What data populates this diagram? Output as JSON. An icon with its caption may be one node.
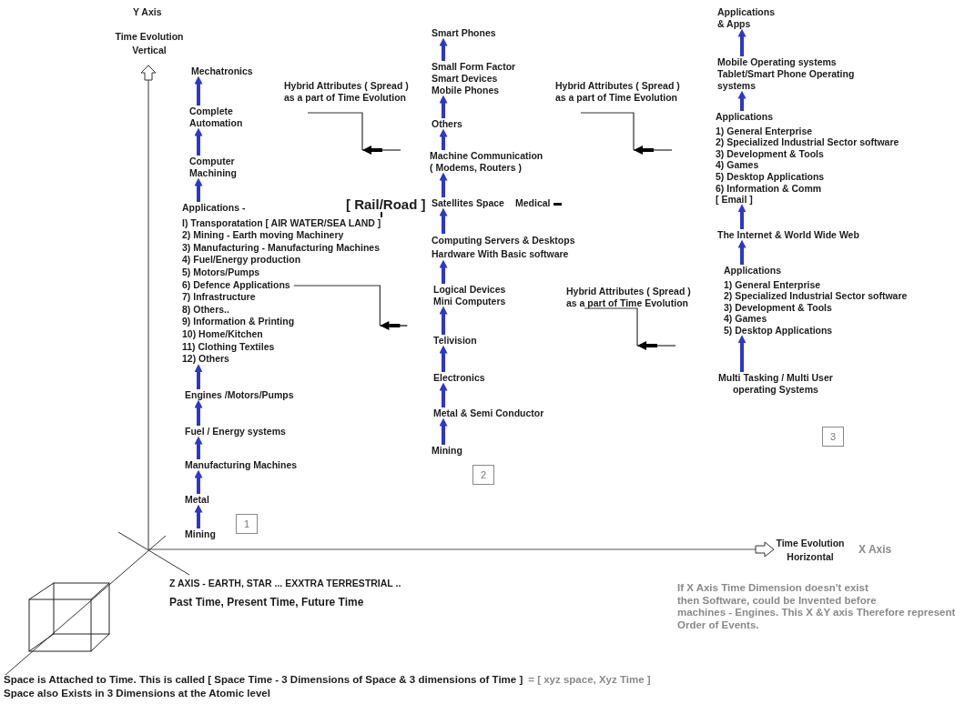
{
  "diagram": {
    "nodes": [
      {
        "text": [
          "Mechatronics"
        ]
      },
      {
        "text": [
          "Complete Automation"
        ]
      },
      {
        "text": [
          "Computer Machining"
        ]
      },
      {
        "text": [
          "Applications -",
          "I) Transporatation [ AIR WATER/SEA LAND ]",
          "2) Mining - Earth moving Machinery",
          "3) Manufacturing - Manufacturing Machines",
          "4) Fuel/Energy production",
          "5) Motors/Pumps",
          "6) Defence Applications",
          "7) Infrastructure",
          "8) Others..",
          "9) Information & Printing",
          "10) Home/Kitchen",
          "11) Clothing Textiles",
          "12) Others"
        ]
      },
      {
        "text": [
          "Engines /Motors/Pumps"
        ]
      },
      {
        "text": [
          "Fuel / Energy systems"
        ]
      },
      {
        "text": [
          "Manufacturing Machines"
        ]
      },
      {
        "text": [
          "Metal"
        ]
      },
      {
        "text": [
          "Mining"
        ]
      },
      {
        "text": [
          "1"
        ]
      },
      {
        "text": [
          "Hybrid Attributes ( Spread ) as a part of Time Evolution"
        ]
      },
      {
        "text": [
          "Smart Phones"
        ]
      },
      {
        "text": [
          "Small Form Factor Smart Devices Mobile Phones"
        ]
      },
      {
        "text": [
          "Others"
        ]
      },
      {
        "text": [
          "Machine Communication ( Modems, Routers )"
        ]
      },
      {
        "text": [
          "Satellites Space",
          "Medical"
        ]
      },
      {
        "text": [
          "Computing Servers & Desktops Hardware With Basic software"
        ]
      },
      {
        "text": [
          "Logical Devices Mini Computers"
        ]
      },
      {
        "text": [
          "Telivision"
        ]
      },
      {
        "text": [
          "Electronics"
        ]
      },
      {
        "text": [
          "Metal & Semi Conductor"
        ]
      },
      {
        "text": [
          "Mining"
        ]
      },
      {
        "text": [
          "2"
        ]
      },
      {
        "text": [
          "Hybrid Attributes ( Spread ) as a part of Time Evolution"
        ]
      },
      {
        "text": [
          "Hybrid Attributes ( Spread ) as a part of Time Evolution"
        ]
      },
      {
        "text": [
          "Applications & Apps"
        ]
      },
      {
        "text": [
          "Mobile Operating systems Tablet/Smart Phone Operating systems"
        ]
      },
      {
        "text": [
          "Applications",
          "1) General Enterprise",
          "2) Specialized Industrial Sector software",
          "3) Development & Tools",
          "4) Games",
          "5) Desktop Applications",
          "6) Information & Comm",
          "[ Email ]"
        ]
      },
      {
        "text": [
          "The Internet & World Wide Web"
        ]
      },
      {
        "text": [
          "Applications",
          "1) General Enterprise",
          "2) Specialized Industrial Sector software",
          "3) Development & Tools",
          "4) Games",
          "5) Desktop Applications"
        ]
      },
      {
        "text": [
          "Multi Tasking / Multi User operating Systems"
        ]
      },
      {
        "text": [
          "3"
        ]
      }
    ],
    "edges": [
      {
        "from": 8,
        "to": 7,
        "arrow": "to"
      },
      {
        "from": 7,
        "to": 6,
        "arrow": "to"
      },
      {
        "from": 6,
        "to": 5,
        "arrow": "to"
      },
      {
        "from": 5,
        "to": 4,
        "arrow": "to"
      },
      {
        "from": 4,
        "to": 3,
        "arrow": "to"
      },
      {
        "from": 3,
        "to": 2,
        "arrow": "to"
      },
      {
        "from": 2,
        "to": 1,
        "arrow": "to"
      },
      {
        "from": 1,
        "to": 0,
        "arrow": "to"
      },
      {
        "from": 21,
        "to": 20,
        "arrow": "to"
      },
      {
        "from": 20,
        "to": 19,
        "arrow": "to"
      },
      {
        "from": 19,
        "to": 18,
        "arrow": "to"
      },
      {
        "from": 18,
        "to": 17,
        "arrow": "to"
      },
      {
        "from": 17,
        "to": 16,
        "arrow": "to"
      },
      {
        "from": 16,
        "to": 15,
        "arrow": "to"
      },
      {
        "from": 15,
        "to": 14,
        "arrow": "to"
      },
      {
        "from": 14,
        "to": 13,
        "arrow": "to"
      },
      {
        "from": 13,
        "to": 12,
        "arrow": "to"
      },
      {
        "from": 12,
        "to": 11,
        "arrow": "to"
      },
      {
        "from": 30,
        "to": 29,
        "arrow": "to"
      },
      {
        "from": 29,
        "to": 28,
        "arrow": "to"
      },
      {
        "from": 28,
        "to": 27,
        "arrow": "to"
      },
      {
        "from": 27,
        "to": 26,
        "arrow": "to"
      },
      {
        "from": 26,
        "to": 25,
        "arrow": "to"
      },
      {
        "from": null,
        "to": 10,
        "arrow": "to",
        "color": "#000000"
      },
      {
        "from": null,
        "to": 3,
        "arrow": "to",
        "color": "#000000"
      },
      {
        "from": null,
        "to": 23,
        "arrow": "to",
        "color": "#000000"
      },
      {
        "from": null,
        "to": 24,
        "arrow": "to",
        "color": "#000000"
      }
    ],
    "labels": [
      "Y Axis",
      "Time Evolution Vertical",
      "[ Rail/Road ]",
      "Time Evolution Horizontal",
      "X Axis",
      "Z AXIS - EARTH, STAR ... EXXTRA TERRESTRIAL ..",
      "Past Time, Present Time, Future Time",
      "If X Axis Time Dimension doesn't exist then Software, could be Invented before machines - Engines. This X &Y axis Therefore represent Order of Events.",
      "Space is Attached to Time. This is called [ Space Time - 3 Dimensions of Space & 3 dimensions of Time ]",
      "= [ xyz space, Xyz Time ]",
      "Space also Exists in 3 Dimensions at the Atomic level"
    ]
  }
}
